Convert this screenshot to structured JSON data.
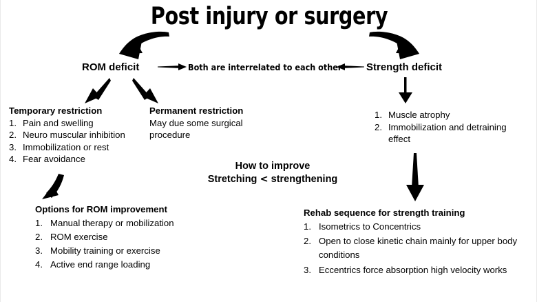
{
  "slide": {
    "title": "Post injury or surgery",
    "background": "#ffffff",
    "ink": "#000000"
  },
  "nodes": {
    "rom_deficit": "ROM deficit",
    "strength_deficit": "Strength deficit",
    "interrelated": "Both are interrelated to each other"
  },
  "temporary_restriction": {
    "heading": "Temporary restriction",
    "items": [
      {
        "num": "1.",
        "text": "Pain and swelling"
      },
      {
        "num": "2.",
        "text": "Neuro muscular inhibition"
      },
      {
        "num": "3.",
        "text": "Immobilization or rest"
      },
      {
        "num": "4.",
        "text": "Fear avoidance"
      }
    ]
  },
  "permanent_restriction": {
    "heading": "Permanent restriction",
    "body": "May due some surgical procedure"
  },
  "strength_causes": {
    "items": [
      {
        "num": "1.",
        "text": "Muscle atrophy"
      },
      {
        "num": "2.",
        "text": "Immobilization and detraining effect"
      }
    ]
  },
  "how_to_improve": {
    "line1": "How to improve",
    "line2_left": "Stretching",
    "line2_symbol": "<",
    "line2_right": "strengthening"
  },
  "rom_options": {
    "heading": "Options for ROM improvement",
    "items": [
      {
        "num": "1.",
        "text": "Manual therapy or mobilization"
      },
      {
        "num": "2.",
        "text": "ROM exercise"
      },
      {
        "num": "3.",
        "text": "Mobility training or exercise"
      },
      {
        "num": "4.",
        "text": "Active end range loading"
      }
    ]
  },
  "rehab_sequence": {
    "heading": "Rehab sequence for strength training",
    "items": [
      {
        "num": "1.",
        "text": "Isometrics to Concentrics"
      },
      {
        "num": "2.",
        "text": "Open to close kinetic chain mainly for upper body conditions"
      },
      {
        "num": "3.",
        "text": "Eccentrics force absorption high velocity works"
      }
    ]
  },
  "arrows": [
    {
      "name": "arrow-title-to-rom",
      "kind": "curved-thick"
    },
    {
      "name": "arrow-title-to-strength",
      "kind": "curved-thick"
    },
    {
      "name": "arrow-rom-to-interrelated",
      "kind": "straight-thin-right"
    },
    {
      "name": "arrow-strength-to-interrelated",
      "kind": "straight-thin-left"
    },
    {
      "name": "arrow-rom-to-temporary",
      "kind": "diagonal-down-left"
    },
    {
      "name": "arrow-rom-to-permanent",
      "kind": "diagonal-down-right"
    },
    {
      "name": "arrow-strength-to-causes",
      "kind": "vertical-down"
    },
    {
      "name": "arrow-temporary-to-options",
      "kind": "curved-down-left"
    },
    {
      "name": "arrow-causes-to-rehab",
      "kind": "vertical-down-long"
    }
  ]
}
